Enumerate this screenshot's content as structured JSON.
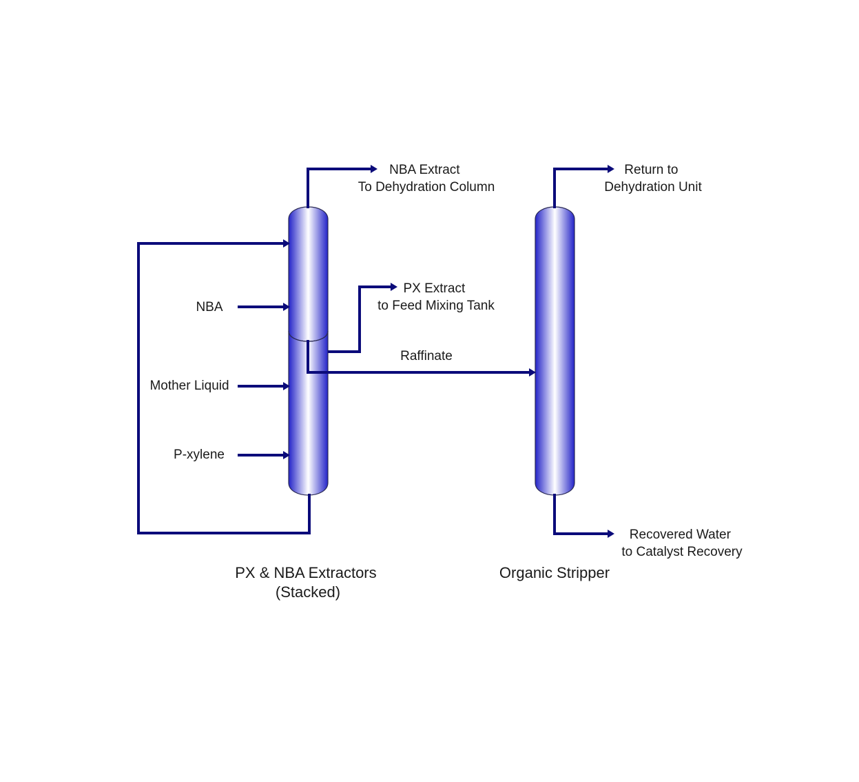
{
  "colors": {
    "pipe": "#0b0b7a",
    "vessel_dark": "#2323c8",
    "vessel_light": "#ffffff",
    "background": "#ffffff"
  },
  "streams": {
    "nba_extract": [
      "NBA Extract",
      "To Dehydration Column"
    ],
    "px_extract": [
      "PX Extract",
      "to Feed Mixing Tank"
    ],
    "raffinate": "Raffinate",
    "nba_feed": "NBA",
    "mother_liquid": "Mother Liquid",
    "p_xylene": "P-xylene",
    "return_to": [
      "Return to",
      "Dehydration Unit"
    ],
    "recovered_water": [
      "Recovered Water",
      "to Catalyst Recovery"
    ]
  },
  "vessels": {
    "extractors": [
      "PX & NBA Extractors",
      "(Stacked)"
    ],
    "stripper": "Organic Stripper"
  }
}
